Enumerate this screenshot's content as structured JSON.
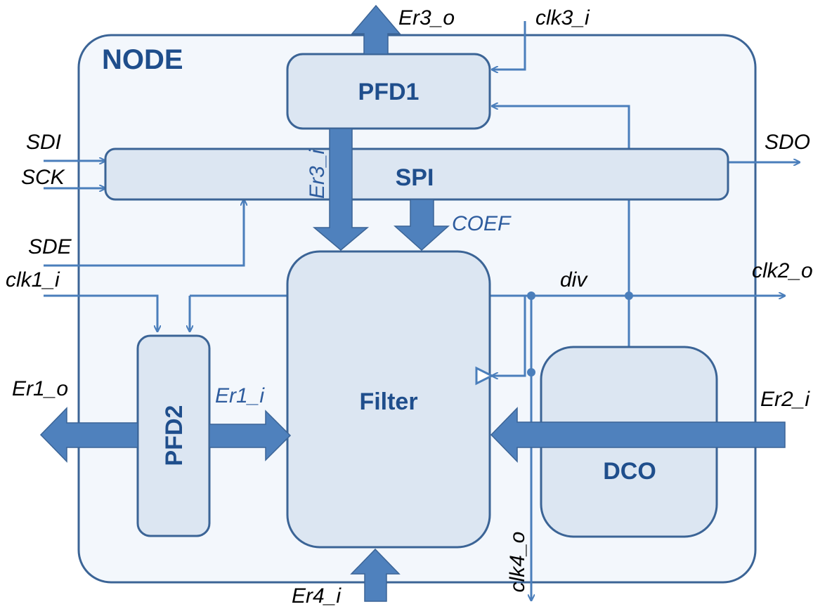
{
  "node": {
    "title": "NODE"
  },
  "blocks": {
    "pfd1": "PFD1",
    "spi": "SPI",
    "filter": "Filter",
    "pfd2": "PFD2",
    "dco": "DCO"
  },
  "signals": {
    "er3_o": "Er3_o",
    "clk3_i": "clk3_i",
    "sdi": "SDI",
    "sck": "SCK",
    "sdo": "SDO",
    "er3_i": "Er3_i",
    "coef": "COEF",
    "sde": "SDE",
    "clk1_i": "clk1_i",
    "div": "div",
    "clk2_o": "clk2_o",
    "er1_o": "Er1_o",
    "er1_i": "Er1_i",
    "er2_i": "Er2_i",
    "clk4_o": "clk4_o",
    "er4_i": "Er4_i"
  },
  "colors": {
    "line": "#4A7EBB",
    "bus": "#4F81BD",
    "block_fill": "#DCE6F2",
    "node_fill": "#F3F7FC",
    "border": "#3B6496"
  }
}
